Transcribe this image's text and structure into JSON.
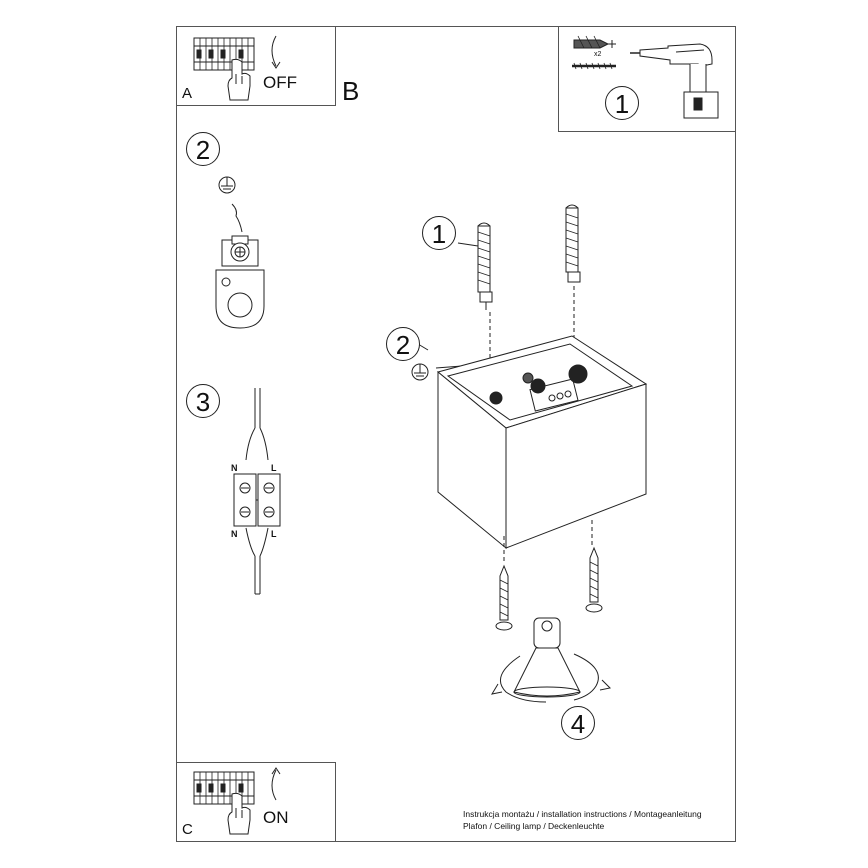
{
  "panels": {
    "a": {
      "letter": "A",
      "switch_label": "OFF"
    },
    "b": {
      "letter": "B"
    },
    "c": {
      "letter": "C",
      "switch_label": "ON"
    },
    "tools": {
      "step": "1",
      "quantity": "x2"
    }
  },
  "steps": {
    "ground": "2",
    "wiring": "3",
    "main_anchor": "1",
    "main_ground": "2",
    "bulb": "4"
  },
  "terminal_labels": {
    "n_top": "N",
    "l_top": "L",
    "n_bottom": "N",
    "l_bottom": "L"
  },
  "caption": {
    "line1": "Instrukcja montażu / installation instructions / Montageanleitung",
    "line2": "Plafon / Ceiling lamp / Deckenleuchte"
  }
}
